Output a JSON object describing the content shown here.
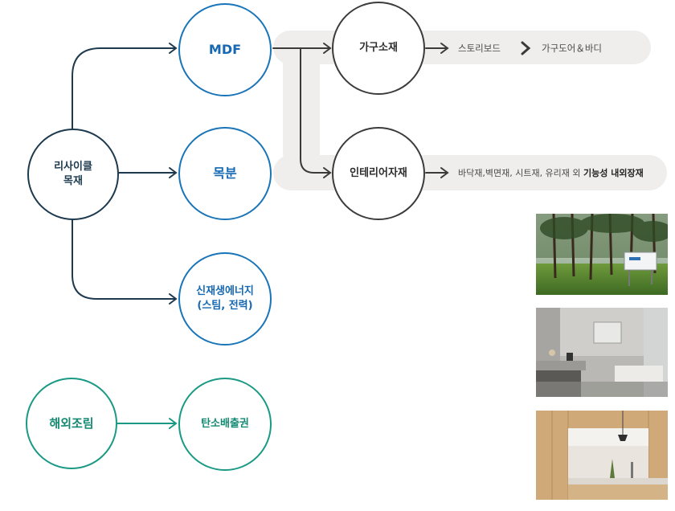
{
  "nodes": {
    "recycle": {
      "line1": "리사이클",
      "line2": "목재"
    },
    "mdf": "MDF",
    "sawdust": "목분",
    "energy": {
      "line1": "신재생에너지",
      "line2": "(스팀, 전력)"
    },
    "overseas": "해외조림",
    "carbon": "탄소배출권",
    "furniture": "가구소재",
    "interior": "인테리어자재"
  },
  "labels": {
    "furniture_out_1": "스토리보드",
    "furniture_out_2": "가구도어＆바디",
    "interior_out_prefix": "바닥재,벽면재, 시트재, 유리재 외 ",
    "interior_out_bold": "기능성 내외장재"
  },
  "photos": [
    {
      "name": "forest-photo",
      "description": "forest plantation with sign"
    },
    {
      "name": "bathroom-photo",
      "description": "stone bathroom interior"
    },
    {
      "name": "kitchen-photo",
      "description": "wood kitchen interior"
    }
  ],
  "colors": {
    "navy": "#1d3a4e",
    "blue": "#1975b8",
    "dark": "#3b3b3b",
    "teal": "#1a9a84",
    "band": "#efeeec"
  }
}
